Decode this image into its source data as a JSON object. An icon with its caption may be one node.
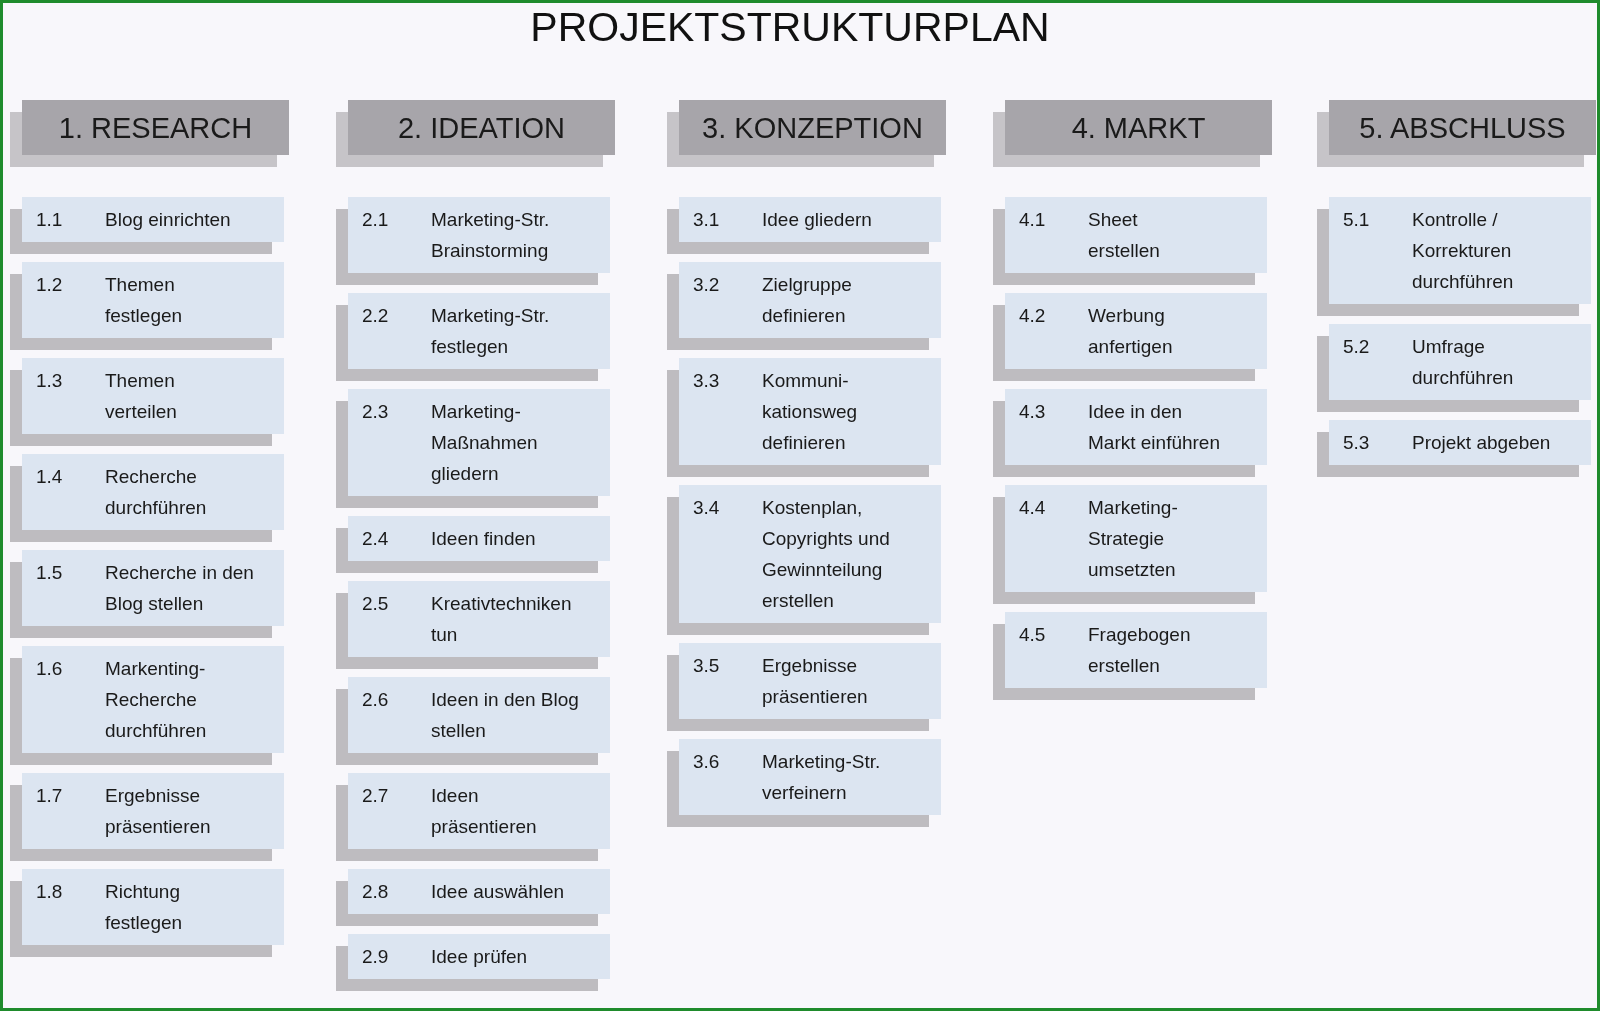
{
  "diagram": {
    "title": "PROJEKTSTRUKTURPLAN",
    "nodes": [
      {
        "text": [
          "1. RESEARCH"
        ]
      },
      {
        "text": [
          "1.1",
          "Blog einrichten"
        ]
      },
      {
        "text": [
          "1.2",
          "Themen festlegen"
        ]
      },
      {
        "text": [
          "1.3",
          "Themen verteilen"
        ]
      },
      {
        "text": [
          "1.4",
          "Recherche durchführen"
        ]
      },
      {
        "text": [
          "1.5",
          "Recherche in den Blog stellen"
        ]
      },
      {
        "text": [
          "1.6",
          "Markenting-Recherche durchführen"
        ]
      },
      {
        "text": [
          "1.7",
          "Ergebnisse präsentieren"
        ]
      },
      {
        "text": [
          "1.8",
          "Richtung festlegen"
        ]
      },
      {
        "text": [
          "2. IDEATION"
        ]
      },
      {
        "text": [
          "2.1",
          "Marketing-Str. Brainstorming"
        ]
      },
      {
        "text": [
          "2.2",
          "Marketing-Str. festlegen"
        ]
      },
      {
        "text": [
          "2.3",
          "Marketing-Maßnahmen gliedern"
        ]
      },
      {
        "text": [
          "2.4",
          "Ideen finden"
        ]
      },
      {
        "text": [
          "2.5",
          "Kreativtechniken tun"
        ]
      },
      {
        "text": [
          "2.6",
          "Ideen in den Blog stellen"
        ]
      },
      {
        "text": [
          "2.7",
          "Ideen präsentieren"
        ]
      },
      {
        "text": [
          "2.8",
          "Idee auswählen"
        ]
      },
      {
        "text": [
          "2.9",
          "Idee prüfen"
        ]
      },
      {
        "text": [
          "3. KONZEPTION"
        ]
      },
      {
        "text": [
          "3.1",
          "Idee gliedern"
        ]
      },
      {
        "text": [
          "3.2",
          "Zielgruppe definieren"
        ]
      },
      {
        "text": [
          "3.3",
          "Kommuni-kationsweg definieren"
        ]
      },
      {
        "text": [
          "3.4",
          "Kostenplan, Copyrights und Gewinnteilung erstellen"
        ]
      },
      {
        "text": [
          "3.5",
          "Ergebnisse präsentieren"
        ]
      },
      {
        "text": [
          "3.6",
          "Marketing-Str. verfeinern"
        ]
      },
      {
        "text": [
          "4. MARKT"
        ]
      },
      {
        "text": [
          "4.1",
          "Sheet erstellen"
        ]
      },
      {
        "text": [
          "4.2",
          "Werbung anfertigen"
        ]
      },
      {
        "text": [
          "4.3",
          "Idee in den Markt einführen"
        ]
      },
      {
        "text": [
          "4.4",
          "Marketing-Strategie umsetzten"
        ]
      },
      {
        "text": [
          "4.5",
          "Fragebogen erstellen"
        ]
      },
      {
        "text": [
          "5. ABSCHLUSS"
        ]
      },
      {
        "text": [
          "5.1",
          "Kontrolle / Korrekturen durchführen"
        ]
      },
      {
        "text": [
          "5.2",
          "Umfrage durchführen"
        ]
      },
      {
        "text": [
          "5.3",
          "Projekt abgeben"
        ]
      }
    ]
  }
}
